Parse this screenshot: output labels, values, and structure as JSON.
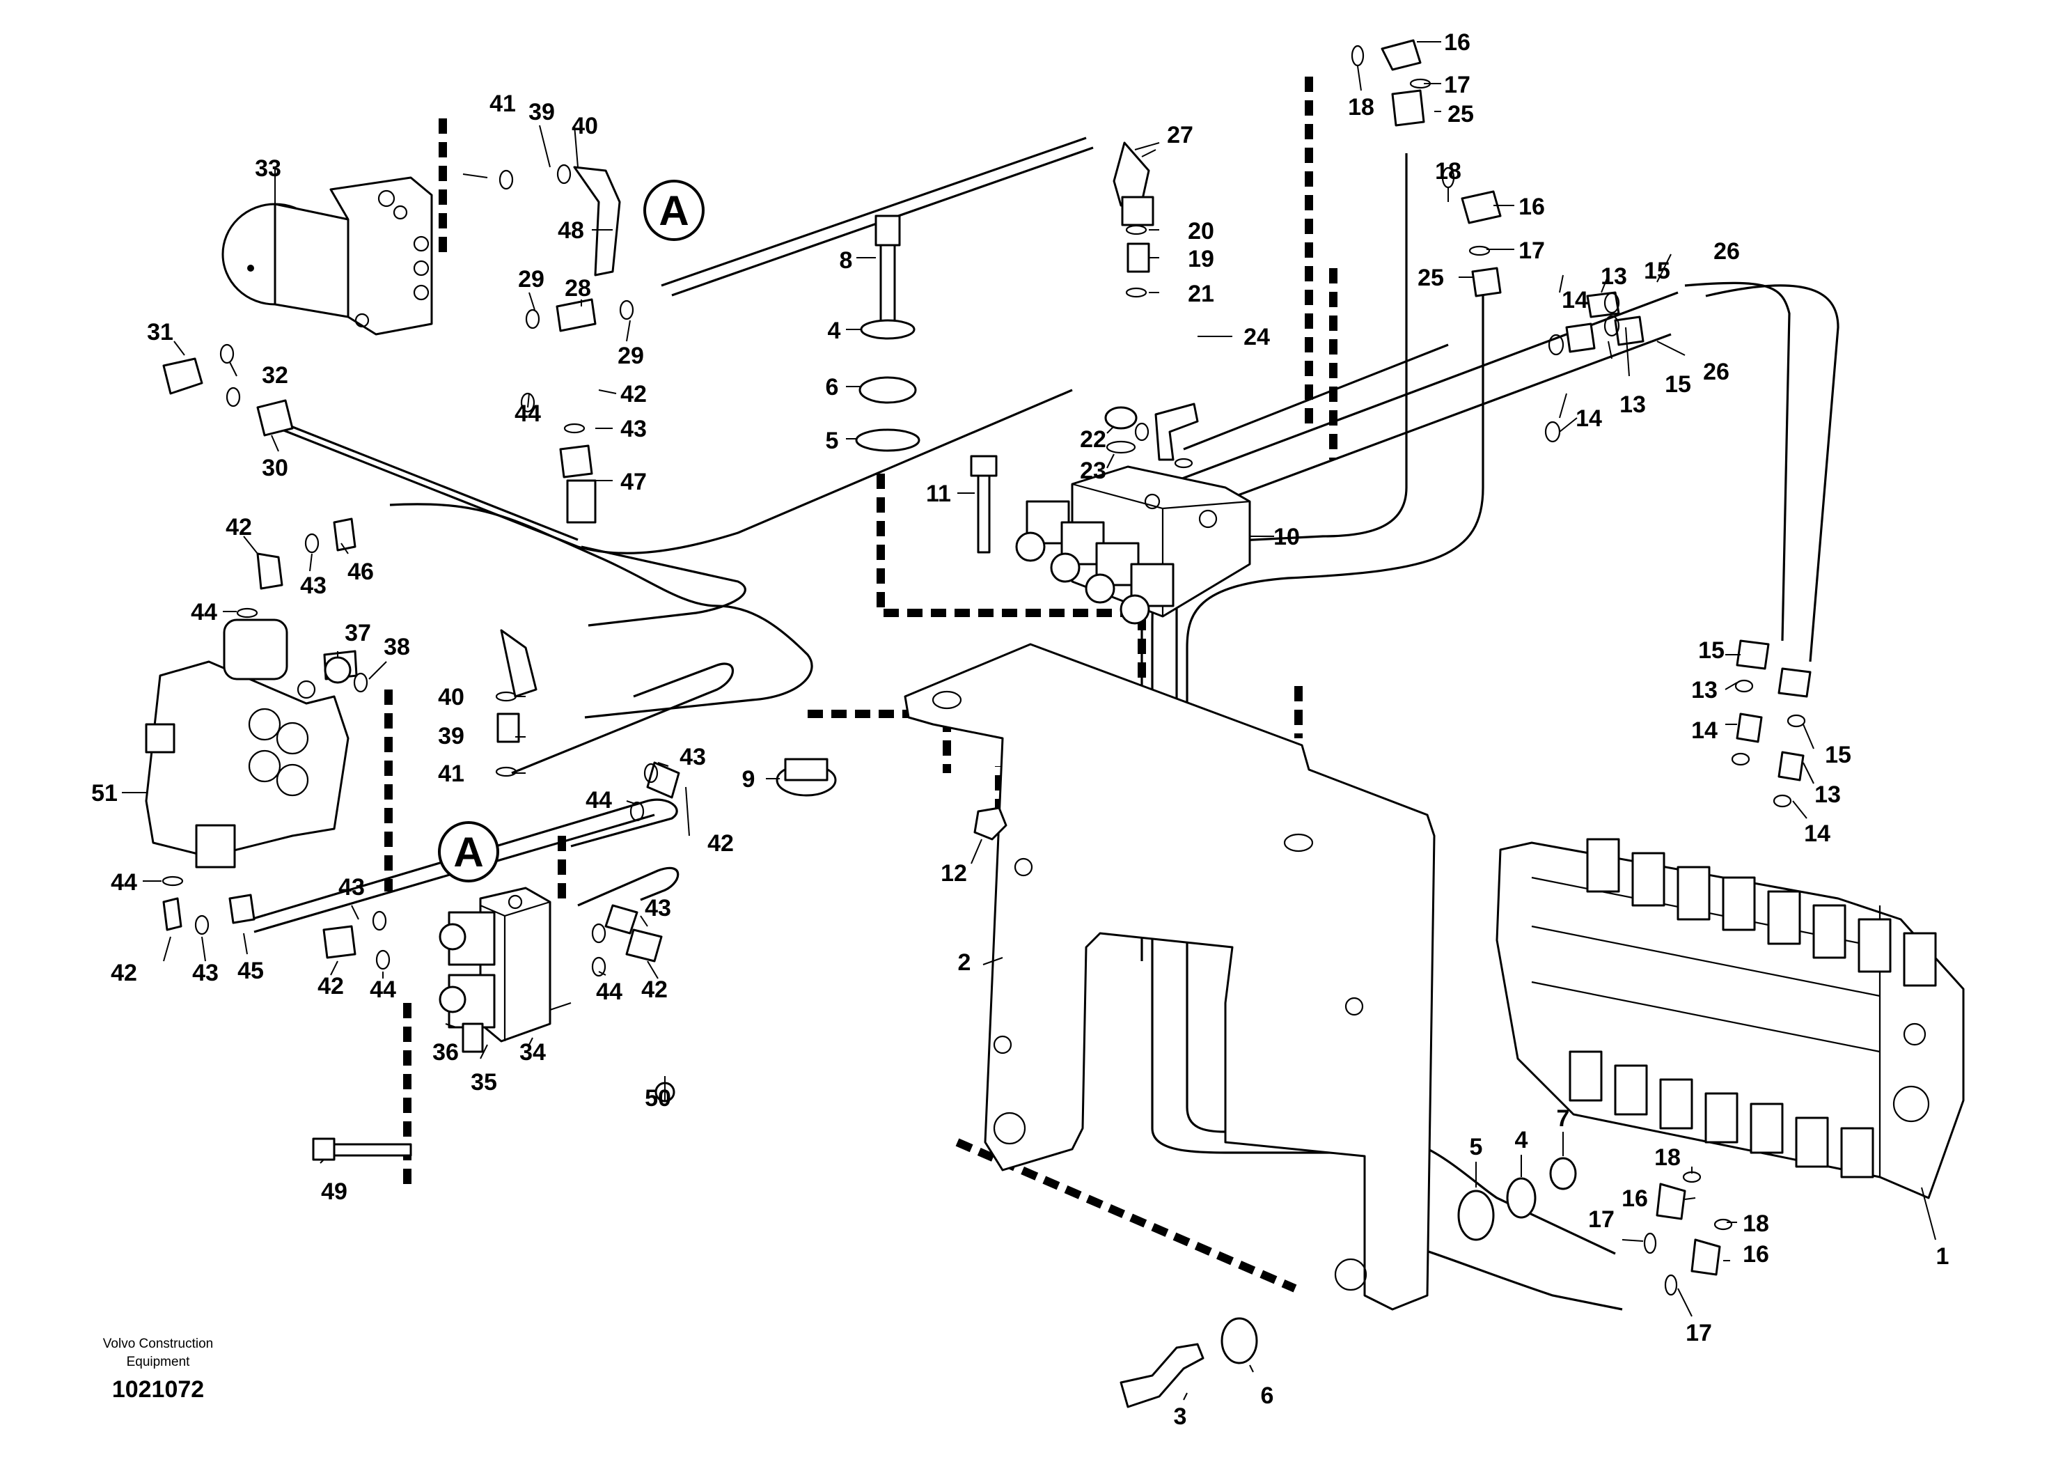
{
  "callout": "A",
  "footer": {
    "credit_line1": "Volvo Construction",
    "credit_line2": "Equipment",
    "drawing_number": "1021072"
  },
  "labels": [
    "1",
    "2",
    "3",
    "4",
    "5",
    "6",
    "7",
    "8",
    "9",
    "10",
    "11",
    "12",
    "13",
    "14",
    "15",
    "16",
    "17",
    "18",
    "19",
    "20",
    "21",
    "22",
    "23",
    "24",
    "25",
    "26",
    "27",
    "28",
    "29",
    "30",
    "31",
    "32",
    "33",
    "34",
    "35",
    "36",
    "37",
    "38",
    "39",
    "40",
    "41",
    "42",
    "43",
    "44",
    "45",
    "46",
    "47",
    "48",
    "49",
    "50",
    "51"
  ]
}
